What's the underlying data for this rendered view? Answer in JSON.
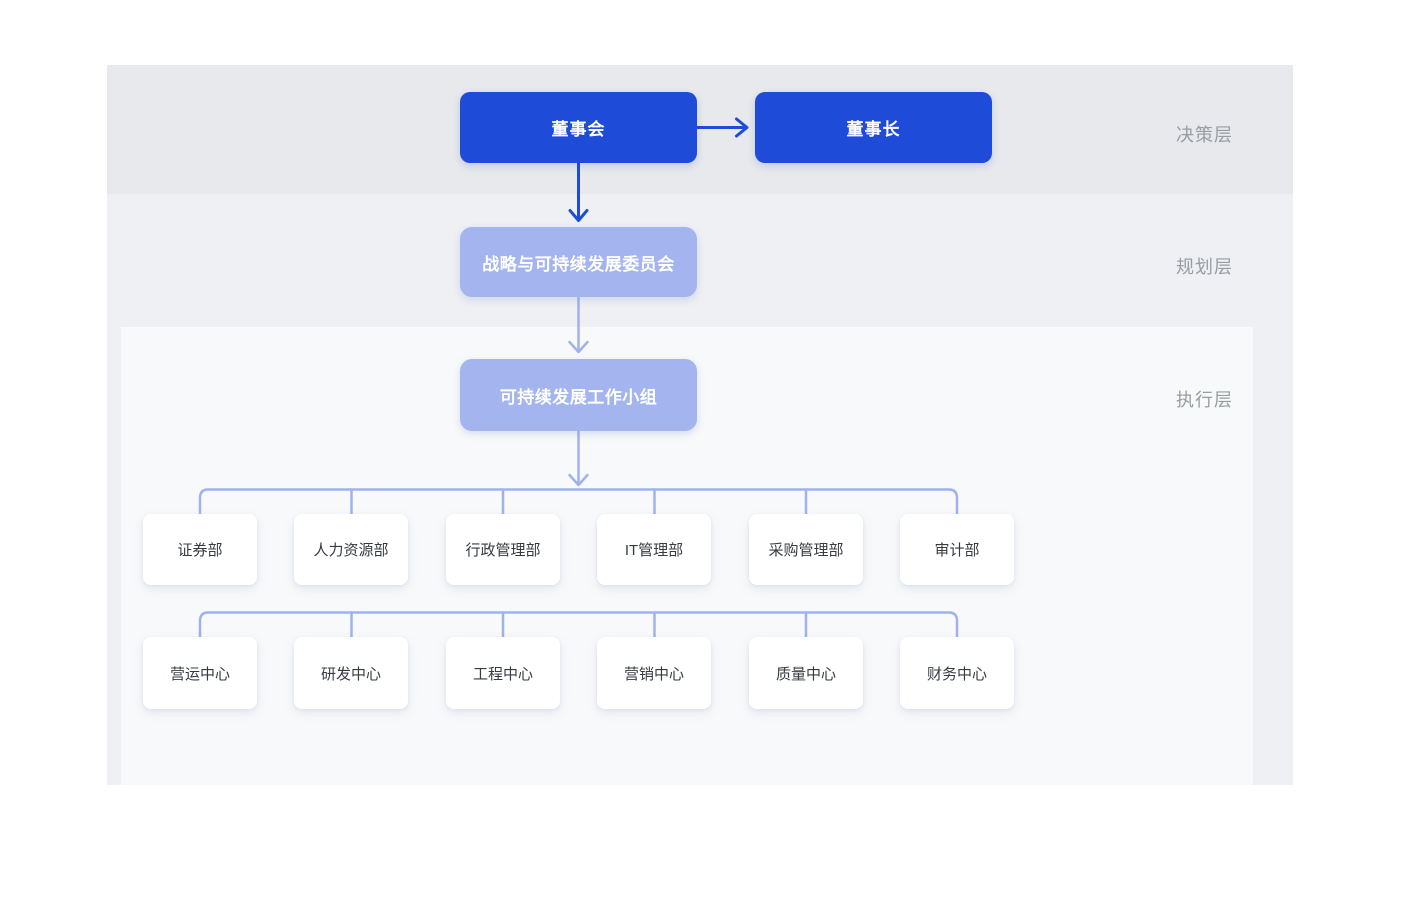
{
  "stages": [
    {
      "label": "决策层"
    },
    {
      "label": "规划层"
    },
    {
      "label": "执行层"
    }
  ],
  "nodes": {
    "board": "董事会",
    "chairman": "董事长",
    "committee": "战略与可持续发展委员会",
    "workgroup": "可持续发展工作小组"
  },
  "row1": [
    "证券部",
    "人力资源部",
    "行政管理部",
    "IT管理部",
    "采购管理部",
    "审计部"
  ],
  "row2": [
    "营运中心",
    "研发中心",
    "工程中心",
    "营销中心",
    "质量中心",
    "财务中心"
  ],
  "colors": {
    "primary_blue": "#1e4cd8",
    "light_periwinkle": "#a3b4ee",
    "connector": "#a0b2ec",
    "band_decision": "#e7e9ed",
    "band_planning": "#eef0f3",
    "band_execution": "#f8f9fa",
    "stage_label": "#989ca3",
    "dept_text": "#363b42"
  }
}
